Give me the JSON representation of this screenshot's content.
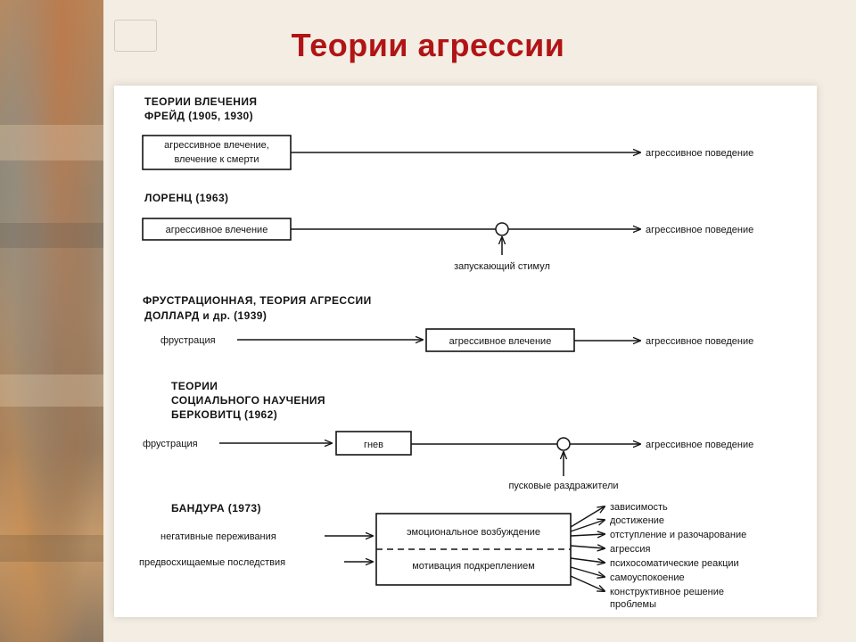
{
  "title": "Теории агрессии",
  "sections": {
    "freud": {
      "heading_1": "ТЕОРИИ ВЛЕЧЕНИЯ",
      "heading_2": "ФРЕЙД (1905, 1930)",
      "box_line_1": "агрессивное влечение,",
      "box_line_2": "влечение к смерти",
      "result": "агрессивное поведение"
    },
    "lorenz": {
      "heading": "ЛОРЕНЦ (1963)",
      "box": "агрессивное влечение",
      "stimulus": "запускающий стимул",
      "result": "агрессивное поведение"
    },
    "dollard": {
      "heading_1": "ФРУСТРАЦИОННАЯ, ТЕОРИЯ АГРЕССИИ",
      "heading_2": "ДОЛЛАРД и др. (1939)",
      "input": "фрустрация",
      "box": "агрессивное влечение",
      "result": "агрессивное поведение"
    },
    "berkowitz": {
      "heading_1": "ТЕОРИИ",
      "heading_2": "СОЦИАЛЬНОГО НАУЧЕНИЯ",
      "heading_3": "БЕРКОВИТЦ (1962)",
      "input": "фрустрация",
      "box": "гнев",
      "stimulus": "пусковые раздражители",
      "result": "агрессивное поведение"
    },
    "bandura": {
      "heading": "БАНДУРА (1973)",
      "input_1": "негативные переживания",
      "input_2": "предвосхищаемые последствия",
      "box_top": "эмоциональное возбуждение",
      "box_bottom": "мотивация подкреплением",
      "outputs": [
        "зависимость",
        "достижение",
        "отступление и разочарование",
        "агрессия",
        "психосоматические реакции",
        "самоуспокоение",
        "конструктивное решение",
        "проблемы"
      ]
    }
  }
}
